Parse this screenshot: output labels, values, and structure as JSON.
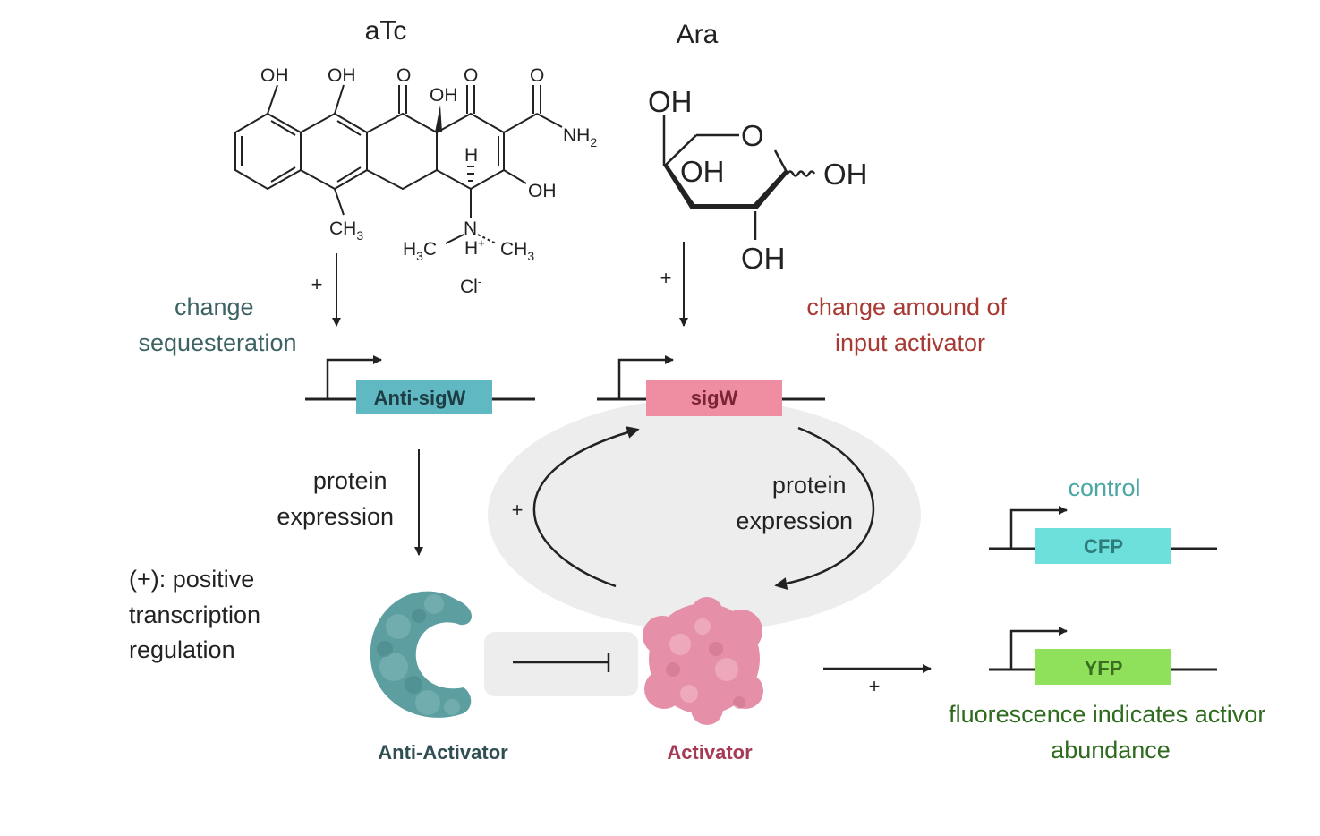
{
  "inducers": {
    "atc": {
      "name": "aTc",
      "atoms": {
        "oh1": "OH",
        "oh2": "OH",
        "o1": "O",
        "oh3": "OH",
        "o2": "O",
        "o3": "O",
        "nh2": "NH",
        "nh2_sub": "2",
        "h": "H",
        "oh4": "OH",
        "ch3": "CH",
        "ch3_sub": "3",
        "h3c": "H",
        "h3c_sub": "3",
        "h3c_c": "C",
        "n": "N",
        "nh": "H",
        "nh_sup": "+",
        "ch3b": "CH",
        "ch3b_sub": "3",
        "cl": "Cl",
        "cl_sup": "-"
      }
    },
    "ara": {
      "name": "Ara",
      "atoms": {
        "oh_top": "OH",
        "o_ring": "O",
        "oh_mid": "OH",
        "oh_right": "OH",
        "oh_bottom": "OH"
      }
    }
  },
  "plus_sign": "+",
  "labels": {
    "change_sequesteration": [
      "change",
      "sequesteration"
    ],
    "change_amount": [
      "change amound of",
      "input activator"
    ],
    "protein_expression_left": [
      "protein",
      "expression"
    ],
    "protein_expression_right": [
      "protein",
      "expression"
    ],
    "positive_regulation": [
      "(+): positive",
      "transcription",
      "regulation"
    ],
    "control": "control",
    "fluorescence_note": [
      "fluorescence indicates activor",
      "abundance"
    ]
  },
  "genes": {
    "anti_sigw": "Anti-sigW",
    "sigw": "sigW",
    "cfp": "CFP",
    "yfp": "YFP"
  },
  "proteins": {
    "anti_activator": "Anti-Activator",
    "activator": "Activator"
  },
  "colors": {
    "anti_sigw_box": "#5fb8c2",
    "sigw_box": "#ef8ea3",
    "cfp_box": "#6de0dc",
    "yfp_box": "#8fe05a",
    "teal_text": "#3d6263",
    "red_text": "#a83a34",
    "green_text": "#2f6b1f",
    "control_text": "#4aa7a3",
    "anti_activator_protein": "#5d9ea1",
    "activator_protein": "#e58fa8",
    "anti_activator_label": "#2f4f55",
    "activator_label": "#a63a55",
    "feedback_ellipse": "#ededed"
  }
}
